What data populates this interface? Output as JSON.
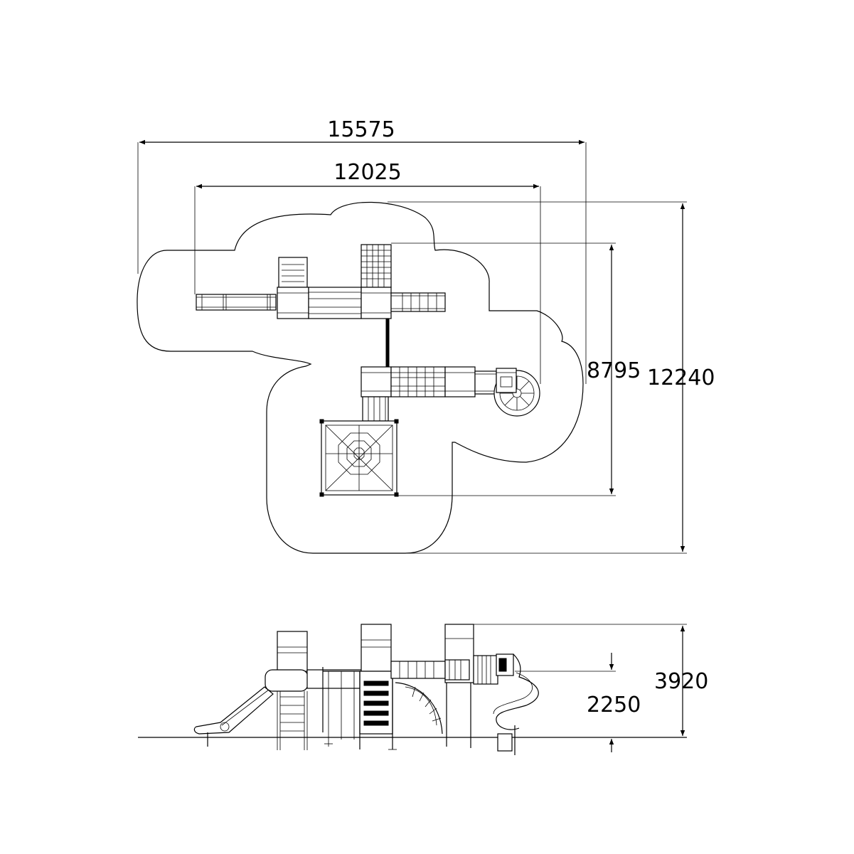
{
  "plan_view": {
    "overall_width": "15575",
    "inner_width": "12025",
    "overall_depth": "12240",
    "inner_depth": "8795"
  },
  "elevation_view": {
    "overall_height": "3920",
    "platform_height": "2250"
  }
}
